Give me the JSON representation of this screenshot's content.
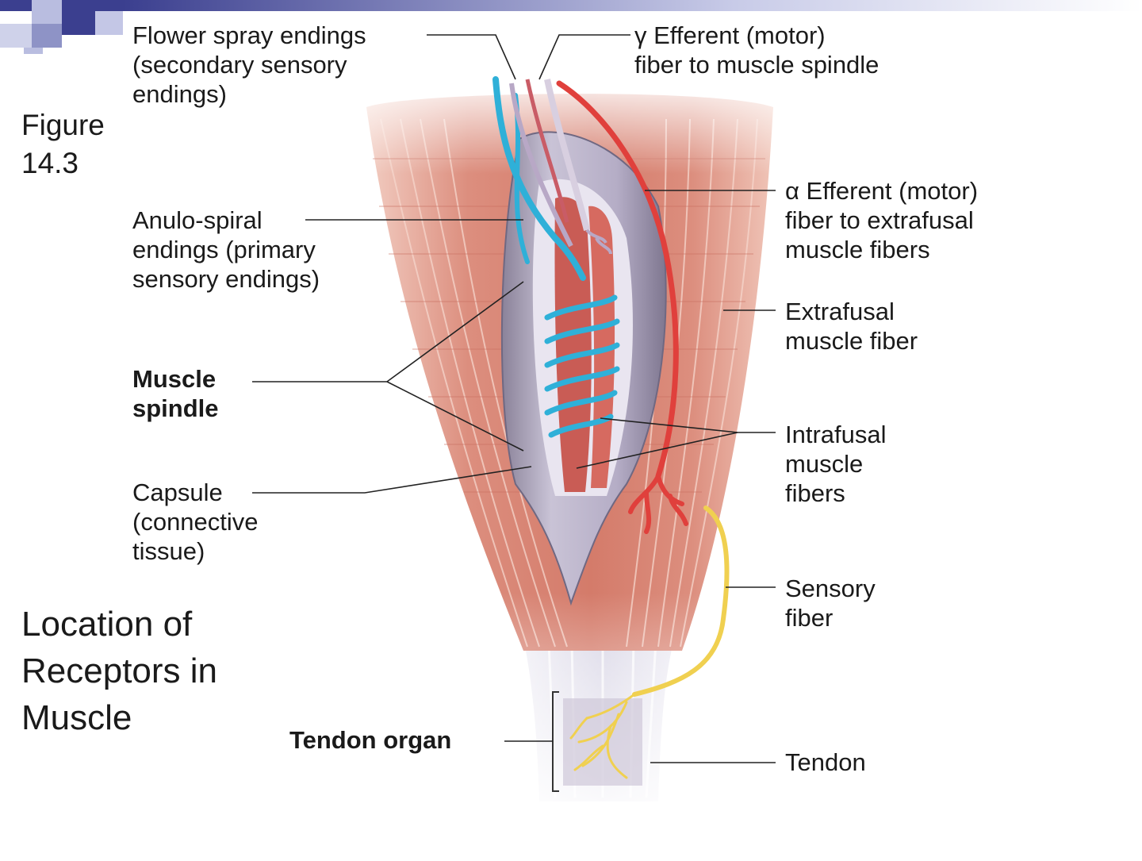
{
  "figure": {
    "lines": [
      "Figure",
      "14.3"
    ]
  },
  "title": {
    "lines": [
      "Location of",
      "Receptors in",
      "Muscle"
    ]
  },
  "labels": {
    "flower_spray": [
      "Flower spray endings",
      "(secondary sensory",
      "endings)"
    ],
    "anulo_spiral": [
      "Anulo-spiral",
      "endings (primary",
      "sensory endings)"
    ],
    "muscle_spindle": [
      "Muscle",
      "spindle"
    ],
    "capsule": [
      "Capsule",
      "(connective",
      "tissue)"
    ],
    "tendon_organ": [
      "Tendon organ"
    ],
    "gamma_efferent": [
      "γ Efferent (motor)",
      "fiber to muscle spindle"
    ],
    "alpha_efferent": [
      "α Efferent (motor)",
      "fiber to extrafusal",
      "muscle fibers"
    ],
    "extrafusal": [
      "Extrafusal",
      "muscle fiber"
    ],
    "intrafusal": [
      "Intrafusal",
      "muscle",
      "fibers"
    ],
    "sensory_fiber": [
      "Sensory",
      "fiber"
    ],
    "tendon": [
      "Tendon"
    ]
  },
  "colors": {
    "muscle": "#d98a7a",
    "muscle_light": "#eec3b6",
    "spindle_capsule": "#b7b0c8",
    "sensory_blue": "#2fb0d8",
    "efferent_red": "#e0403c",
    "sensory_yellow": "#f0d050",
    "tendon": "#e6e4ee",
    "deco_blue": "#3b3f8f",
    "deco_light": "#b9bde0"
  }
}
